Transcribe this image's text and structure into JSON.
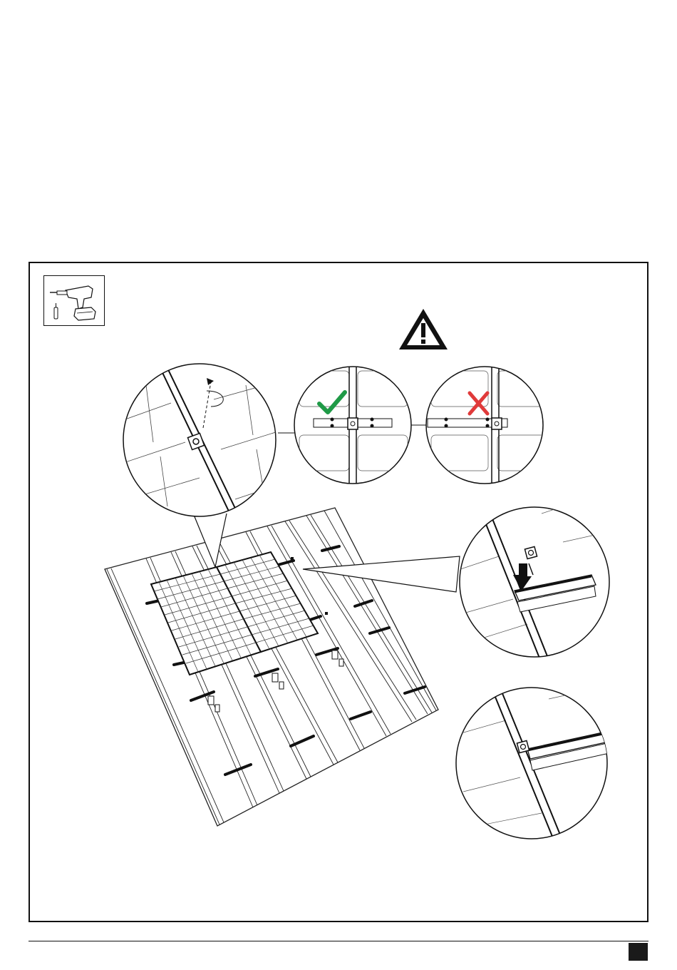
{
  "page": {
    "width": 950,
    "height": 1360
  },
  "figure": {
    "tool": "cordless-drill-with-bit",
    "warning_symbol": "warning-triangle",
    "correct_mark_color": "#1f9a47",
    "wrong_mark_color": "#e03a3a",
    "panel_grid_color": "#333333",
    "line_color": "#111111"
  }
}
